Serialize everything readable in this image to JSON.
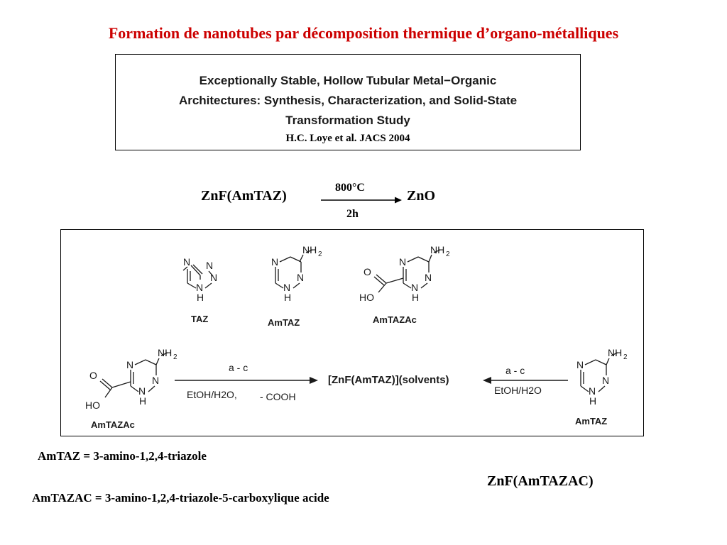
{
  "title": "Formation de nanotubes par décomposition thermique d’organo-métalliques",
  "reference": {
    "title_lines": [
      "Exceptionally Stable, Hollow Tubular Metal−Organic",
      "Architectures:  Synthesis, Characterization, and Solid-State",
      "Transformation Study"
    ],
    "authors": "H.C. Loye et al.  JACS 2004"
  },
  "reaction": {
    "reactant": "ZnF(AmTAZ)",
    "product": "ZnO",
    "condition_top": "800°C",
    "condition_bottom": "2h"
  },
  "scheme": {
    "compounds": {
      "taz": "TAZ",
      "amtaz": "AmTAZ",
      "amtazac": "AmTAZAc",
      "amtazac_left": "AmTAZAc",
      "amtaz_right": "AmTAZ"
    },
    "left_arrow_top": "a - c",
    "left_arrow_bottom_a": "EtOH/H2O,",
    "left_arrow_bottom_b": "- COOH",
    "center_product": "[ZnF(AmTAZ)](solvents)",
    "right_arrow_top": "a - c",
    "right_arrow_bottom": "EtOH/H2O"
  },
  "definitions": {
    "amtaz": "AmTAZ = 3-amino-1,2,4-triazole",
    "amtazac": "AmTAZAC = 3-amino-1,2,4-triazole-5-carboxylique acide"
  },
  "side_label": "ZnF(AmTAZAC)"
}
